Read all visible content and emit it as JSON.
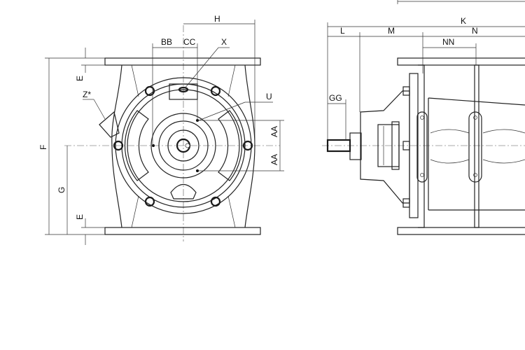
{
  "dimensions": {
    "h": "H",
    "bb": "BB",
    "cc": "CC",
    "x": "X",
    "e_top": "E",
    "z": "Z*",
    "u": "U",
    "f": "F",
    "g": "G",
    "aa_upper": "AA",
    "aa_lower": "AA",
    "e_bottom": "E",
    "k": "K",
    "l": "L",
    "m": "M",
    "n": "N",
    "nn": "NN",
    "gg": "GG"
  }
}
